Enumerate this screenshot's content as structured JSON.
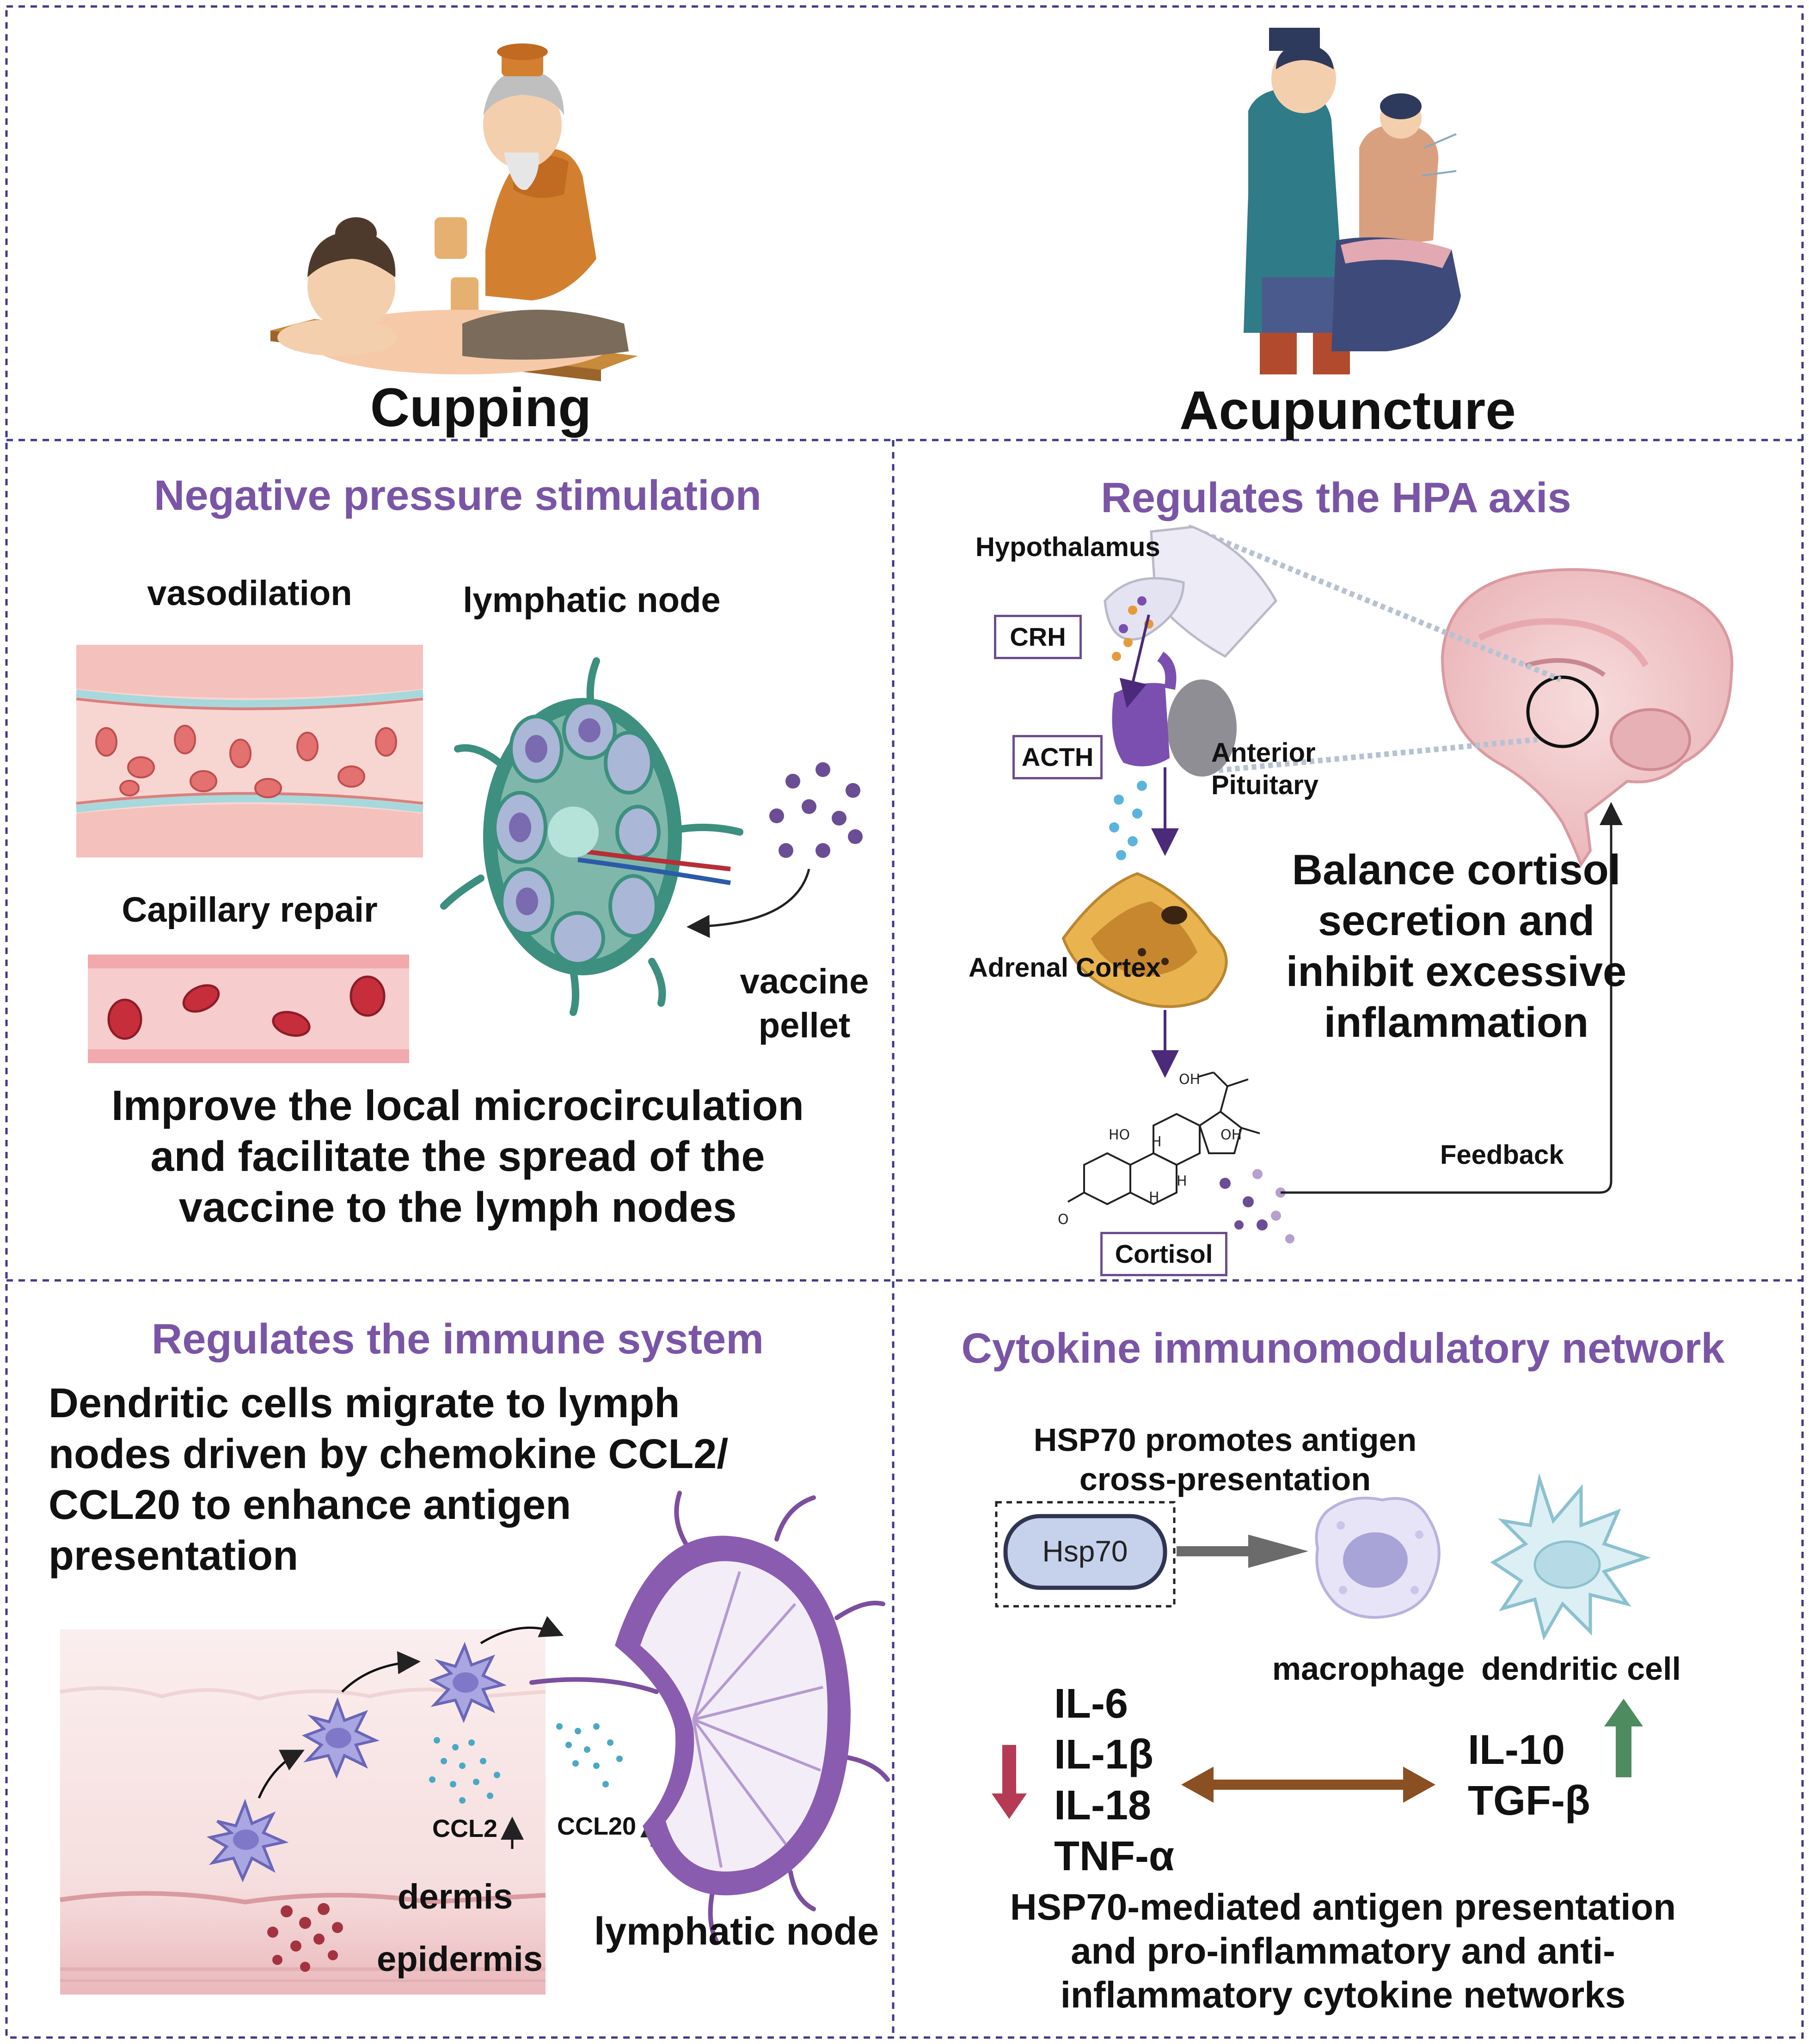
{
  "colors": {
    "heading_purple": "#7a55a6",
    "panel_border": "#3f3a8a",
    "down_arrow": "#b53b55",
    "up_arrow": "#4e8b5f",
    "double_arrow": "#8a4f22"
  },
  "top": {
    "cupping": "Cupping",
    "acupuncture": "Acupuncture"
  },
  "p1": {
    "heading": "Negative pressure stimulation",
    "vasodilation": "vasodilation",
    "lymphatic_node": "lymphatic node",
    "capillary_repair": "Capillary repair",
    "vaccine_pellet": [
      "vaccine",
      "pellet"
    ],
    "summary": [
      "Improve the local microcirculation",
      "and facilitate the spread of the",
      "vaccine to the lymph nodes"
    ]
  },
  "p2": {
    "heading": "Regulates the HPA axis",
    "hypothalamus": "Hypothalamus",
    "crh": "CRH",
    "acth": "ACTH",
    "anterior_pituitary": [
      "Anterior",
      "Pituitary"
    ],
    "adrenal_cortex": "Adrenal Cortex",
    "cortisol": "Cortisol",
    "feedback": "Feedback",
    "summary": [
      "Balance cortisol",
      "secretion and",
      "inhibit excessive",
      "inflammation"
    ],
    "molecule_labels": {
      "oh1": "OH",
      "oh2": "OH",
      "ho": "HO",
      "o": "O",
      "h1": "H",
      "h2": "H",
      "h3": "H"
    }
  },
  "p3": {
    "heading": "Regulates the immune system",
    "summary": [
      "Dendritic cells migrate to lymph",
      "nodes driven by chemokine CCL2/",
      "CCL20 to enhance antigen",
      "presentation"
    ],
    "ccl2": "CCL2",
    "ccl20": "CCL20",
    "dermis": "dermis",
    "epidermis": "epidermis",
    "lymphatic_node": "lymphatic node"
  },
  "p4": {
    "heading": "Cytokine immunomodulatory network",
    "hsp70_title": [
      "HSP70 promotes antigen",
      "cross-presentation"
    ],
    "hsp70": "Hsp70",
    "macrophage": "macrophage",
    "dendritic_cell": "dendritic cell",
    "pro_inflammatory": [
      "IL-6",
      "IL-1β",
      "IL-18",
      "TNF-α"
    ],
    "anti_inflammatory": [
      "IL-10",
      "TGF-β"
    ],
    "summary": [
      "HSP70-mediated antigen presentation",
      "and pro-inflammatory and anti-",
      "inflammatory cytokine networks"
    ]
  }
}
